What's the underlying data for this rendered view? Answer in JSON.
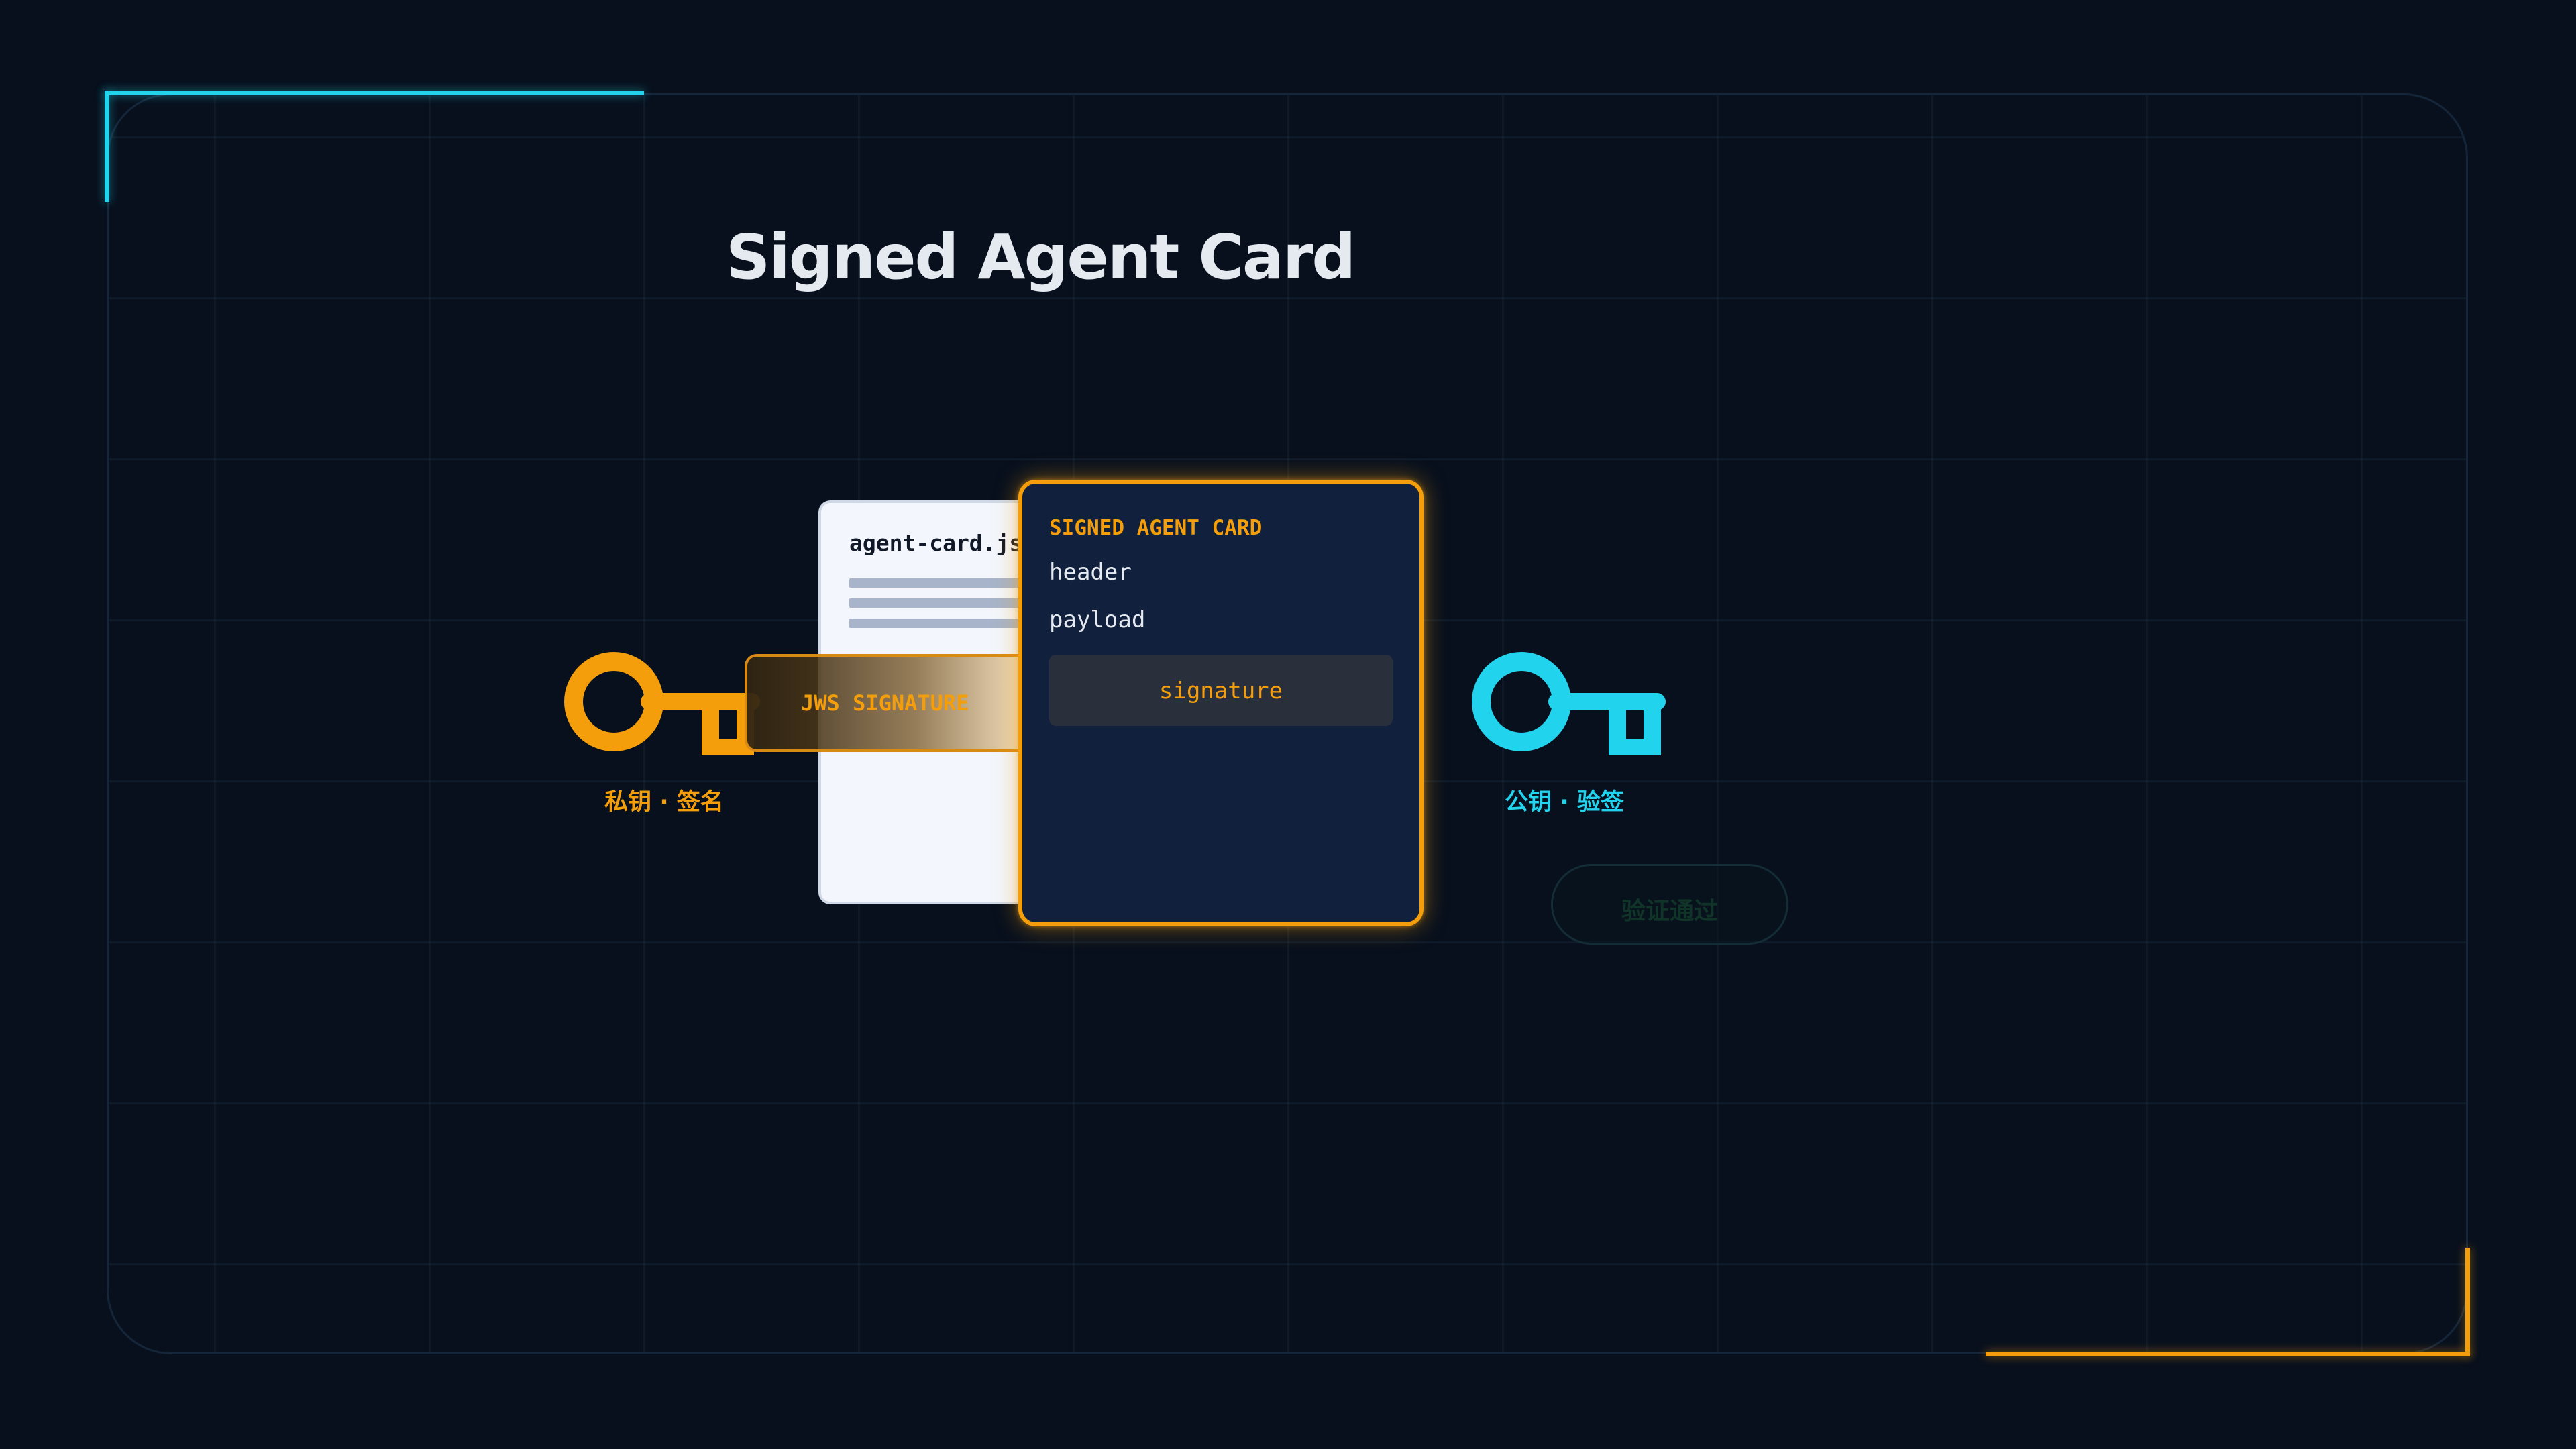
{
  "title": "Signed Agent Card",
  "private_key": {
    "icon": "key-icon",
    "label": "私钥 · 签名",
    "color": "#f59e0b"
  },
  "public_key": {
    "icon": "key-icon",
    "label": "公钥 · 验签",
    "color": "#22d3ee"
  },
  "json_document": {
    "filename": "agent-card.js"
  },
  "jws_strip": {
    "label": "JWS SIGNATURE"
  },
  "signed_card": {
    "title": "SIGNED AGENT CARD",
    "fields": [
      "header",
      "payload"
    ],
    "signature_label": "signature"
  },
  "verify_badge": {
    "label": "验证通过"
  },
  "colors": {
    "background": "#08101d",
    "accent_amber": "#f59e0b",
    "accent_cyan": "#22d3ee",
    "card_fill": "#10203d",
    "title_text": "#e5e9f0"
  }
}
